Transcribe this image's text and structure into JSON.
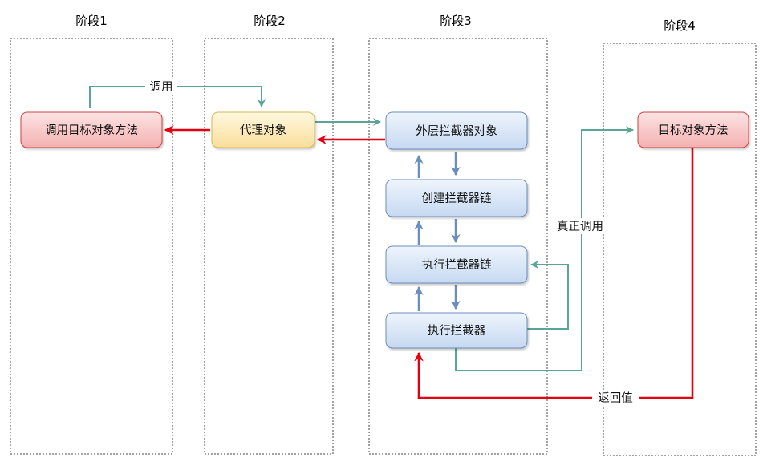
{
  "stages": {
    "s1": "阶段1",
    "s2": "阶段2",
    "s3": "阶段3",
    "s4": "阶段4"
  },
  "nodes": {
    "caller": "调用目标对象方法",
    "proxy": "代理对象",
    "outer": "外层拦截器对象",
    "create_chain": "创建拦截器链",
    "exec_chain": "执行拦截器链",
    "exec_interceptor": "执行拦截器",
    "target": "目标对象方法"
  },
  "edges": {
    "invoke": "调用",
    "real_invoke": "真正调用",
    "return_value": "返回值"
  },
  "colors": {
    "teal": "#5aa596",
    "red": "#e3000f",
    "blue": "#6b8fbd"
  }
}
